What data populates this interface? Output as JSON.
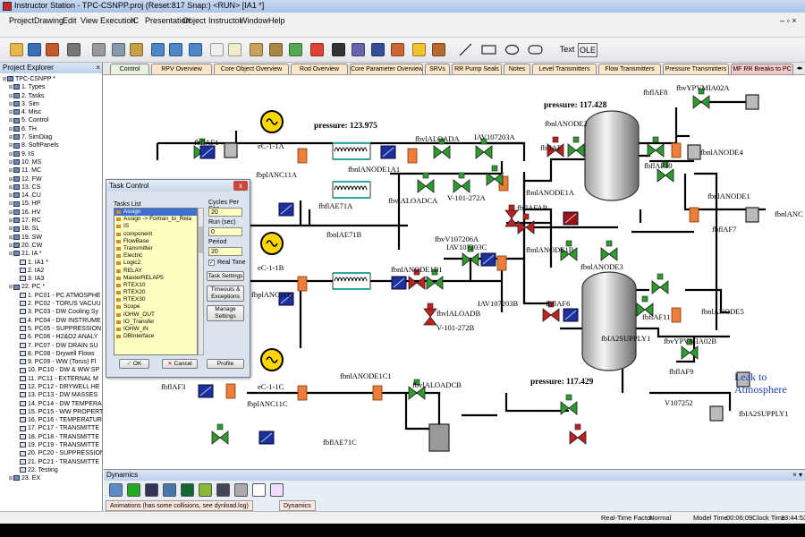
{
  "window": {
    "title": "Instructor Station - TPC-CSNPP.proj (Reset:817 Snap:) <RUN> [IA1 *]"
  },
  "menu": [
    "Project",
    "Drawing",
    "Edit",
    "View",
    "Execution",
    "IC",
    "Presentation",
    "Object",
    "Instructor",
    "Window",
    "Help"
  ],
  "toolbar": {
    "text_label": "Text",
    "ole_label": "OLE"
  },
  "project_explorer": {
    "title": "Project Explorer",
    "items": [
      {
        "label": "TPC-CSNPP *",
        "level": 0
      },
      {
        "label": "1. Types",
        "level": 1
      },
      {
        "label": "2. Tasks",
        "level": 1
      },
      {
        "label": "3. Sim",
        "level": 1
      },
      {
        "label": "4. Misc",
        "level": 1
      },
      {
        "label": "5. Control",
        "level": 1
      },
      {
        "label": "6. TH",
        "level": 1
      },
      {
        "label": "7. SimDiag",
        "level": 1
      },
      {
        "label": "8. SoftPanels",
        "level": 1
      },
      {
        "label": "9. IS",
        "level": 1
      },
      {
        "label": "10. MS",
        "level": 1
      },
      {
        "label": "11. MC",
        "level": 1
      },
      {
        "label": "12. FW",
        "level": 1
      },
      {
        "label": "13. CS",
        "level": 1
      },
      {
        "label": "14. CU",
        "level": 1
      },
      {
        "label": "15. HP",
        "level": 1
      },
      {
        "label": "16. HV",
        "level": 1
      },
      {
        "label": "17. RC",
        "level": 1
      },
      {
        "label": "18. SL",
        "level": 1
      },
      {
        "label": "19. SW",
        "level": 1
      },
      {
        "label": "20. CW",
        "level": 1
      },
      {
        "label": "21. IA *",
        "level": 1
      },
      {
        "label": "1. IA1 *",
        "level": 2
      },
      {
        "label": "2. IA2",
        "level": 2
      },
      {
        "label": "3. IA3",
        "level": 2
      },
      {
        "label": "22. PC *",
        "level": 1
      },
      {
        "label": "1. PC01 - PC ATMOSPHE",
        "level": 2
      },
      {
        "label": "2. PC02 - TORUS VACUU",
        "level": 2
      },
      {
        "label": "3. PC03 - DW Cooling Sy",
        "level": 2
      },
      {
        "label": "4. PC04 - DW INSTRUME",
        "level": 2
      },
      {
        "label": "5. PC05 - SUPPRESSION",
        "level": 2
      },
      {
        "label": "6. PC06 - H2&O2 ANALY",
        "level": 2
      },
      {
        "label": "7. PC07 - DW DRAIN SU",
        "level": 2
      },
      {
        "label": "8. PC08 - Drywell Flows",
        "level": 2
      },
      {
        "label": "9. PC09 - WW (Torus) Fl",
        "level": 2
      },
      {
        "label": "10. PC10 - DW & WW SP",
        "level": 2
      },
      {
        "label": "11. PC11 - EXTERNAL M",
        "level": 2
      },
      {
        "label": "12. PC12 - DRYWELL HE",
        "level": 2
      },
      {
        "label": "13. PC13 - DW MASSES",
        "level": 2
      },
      {
        "label": "14. PC14 - DW TEMPERA",
        "level": 2
      },
      {
        "label": "15. PC15 - WW PROPERT",
        "level": 2
      },
      {
        "label": "16. PC16 - TEMPERATUR",
        "level": 2
      },
      {
        "label": "17. PC17 - TRANSMITTE",
        "level": 2
      },
      {
        "label": "18. PC18 - TRANSMITTE",
        "level": 2
      },
      {
        "label": "19. PC19 - TRANSMITTE",
        "level": 2
      },
      {
        "label": "20. PC20 - SUPPRESSION",
        "level": 2
      },
      {
        "label": "21. PC21 - TRANSMITTE",
        "level": 2
      },
      {
        "label": "22. Testing",
        "level": 2
      },
      {
        "label": "23. EX",
        "level": 1
      }
    ]
  },
  "tabs": [
    "Control",
    "RPV Overview",
    "Core Object Overview",
    "Rod Overview",
    "Core Parameter Overview",
    "SRVs",
    "RR Pump Seals",
    "Notes",
    "Level Transmitters",
    "Flow Transmitters",
    "Pressure Transmitters",
    "MF RR Breaks to PC"
  ],
  "diagram": {
    "labels": {
      "fbflAF1": "fbflAF1",
      "eC11A": "eC-1-1A",
      "pressure1": "pressure: 123.975",
      "fbplANC11A": "fbplANC11A",
      "fbvlALOADA": "fbvlALOADA",
      "iAV107203A": "IAV107203A",
      "fbnlANODE1A1": "fbnlANODE1A1",
      "fbflAE71A": "fbflAE71A",
      "fbvlALOADCA": "fbvlALOADCA",
      "V101272A": "V-101-272A",
      "pressure2": "pressure: 117.428",
      "fbnlANODE2": "fbnlANODE2",
      "fbflAF8": "fbflAF8",
      "fbvYPVMIA02A": "fbvYPVMIA02A",
      "fbfIAF": "fbfIAF",
      "fbflAF10": "fbflAF10",
      "fbnlANODE4": "fbnlANODE4",
      "fbnlANODE1A": "fbnlANODE1A",
      "fbflAFAB": "fbflAFAB",
      "fbnlANODE1": "fbnlANODE1",
      "fbnlANC": "fbnlANC",
      "fbflAF7": "fbflAF7",
      "eC11B": "eC-1-1B",
      "fbnlAE71B": "fbnlAE71B",
      "fbvV107206A": "fbvV107206A",
      "iAV107203C": "IAV107203C",
      "fbplANC11B": "fbplANC11B",
      "fbnlANODE1B1": "fbnlANODE1B1",
      "fbnlANODE1B": "fbnlANODE1B",
      "fbnlANODE3": "fbnlANODE3",
      "iAV107203B": "IAV107203B",
      "fbvlALOADB": "fbvlALOADB",
      "V101272B": "V-101-272B",
      "fbflAF6": "fbflAF6",
      "fbflAF11": "fbflAF11",
      "fbnlANODE5": "fbnlANODE5",
      "fbIA2SUPPLY1_top": "fbIA2SUPPLY1",
      "fbvYPVMIA02B": "fbvYPVMIA02B",
      "fbflAF9": "fbflAF9",
      "leak": "Leak to",
      "leak2": "Atmosphere",
      "fbflAF3": "fbflAF3",
      "eC11C": "eC-1-1C",
      "fbnlANODE1C1": "fbnlANODE1C1",
      "fbplANC11C": "fbplANC11C",
      "fbvlALOADCB": "fbvlALOADCB",
      "pressure3": "pressure: 117.429",
      "v107252": "V107252",
      "fbIA2SUPPLY1": "fbIA2SUPPLY1",
      "fbflAE71C": "fbflAE71C"
    }
  },
  "task_dialog": {
    "title": "Task Control",
    "close": "x",
    "tasks_list_label": "Tasks List",
    "tasks": [
      "Assign",
      "Assign -> Fortran_to_Rela",
      "IS",
      "component",
      "FlowBase",
      "Transmitter",
      "Electric",
      "Logic2",
      "RELAY",
      "MasterRELAP5",
      "RTEX10",
      "RTEX20",
      "RTEX30",
      "Scope",
      "IOHW_OUT",
      "IO_Transfer",
      "IOHW_IN",
      "DBInterface"
    ],
    "cycles_label": "Cycles Per Sec",
    "cycles_value": "20",
    "run_label": "Run (sec)",
    "run_value": "0",
    "period_label": "Period",
    "period_value": "20",
    "realtime_label": "Real Time",
    "task_settings": "Task Settings",
    "timeouts": "Timeouts & Exceptions",
    "manage": "Manage Settings",
    "ok": "OK",
    "cancel": "Cancel",
    "profile": "Profile"
  },
  "dynamics": {
    "title": "Dynamics",
    "status_tab1": "Animations (has some collisions, see dynload.log)",
    "status_tab2": "Dynamics"
  },
  "status": {
    "rtf_label": "Real-Time Factor",
    "rtf_value": "Normal",
    "model_time_label": "Model Time",
    "model_time": "00:06:09",
    "clock_label": "Clock Time",
    "clock_time": "13:44:53"
  },
  "colors": {
    "pipe": "#000000",
    "valve_green": "#2e9b2e",
    "valve_red": "#c21f1f",
    "orange": "#ee7d3a",
    "transmitter_blue": "#1e2f9a",
    "teal": "#2aa8a0",
    "generator": "#ffd700"
  }
}
